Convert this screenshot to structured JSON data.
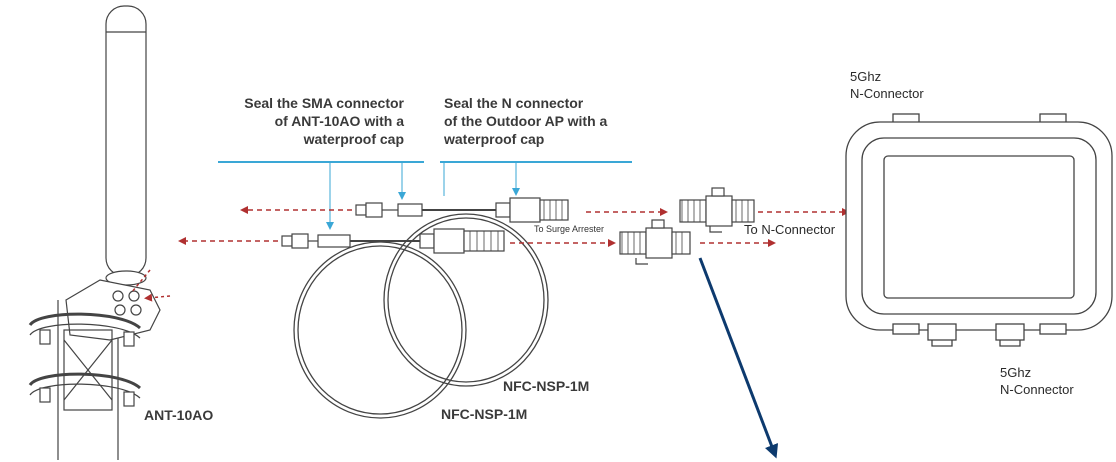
{
  "labels": {
    "sma_note_line1": "Seal the SMA connector",
    "sma_note_line2": "of ANT-10AO with a",
    "sma_note_line3": "waterproof cap",
    "n_note_line1": "Seal the N connector",
    "n_note_line2": "of the Outdoor AP with a",
    "n_note_line3": "waterproof cap",
    "top_conn_line1": "5Ghz",
    "top_conn_line2": "N-Connector",
    "bottom_conn_line1": "5Ghz",
    "bottom_conn_line2": "N-Connector",
    "to_surge": "To Surge Arrester",
    "to_nconn": "To N-Connector",
    "antenna": "ANT-10AO",
    "cable_upper": "NFC-NSP-1M",
    "cable_lower": "NFC-NSP-1M"
  },
  "colors": {
    "callout_blue": "#3aa7d6",
    "arrow_red": "#b03030",
    "pointer_navy": "#0d3a6e",
    "line_gray": "#444444"
  }
}
